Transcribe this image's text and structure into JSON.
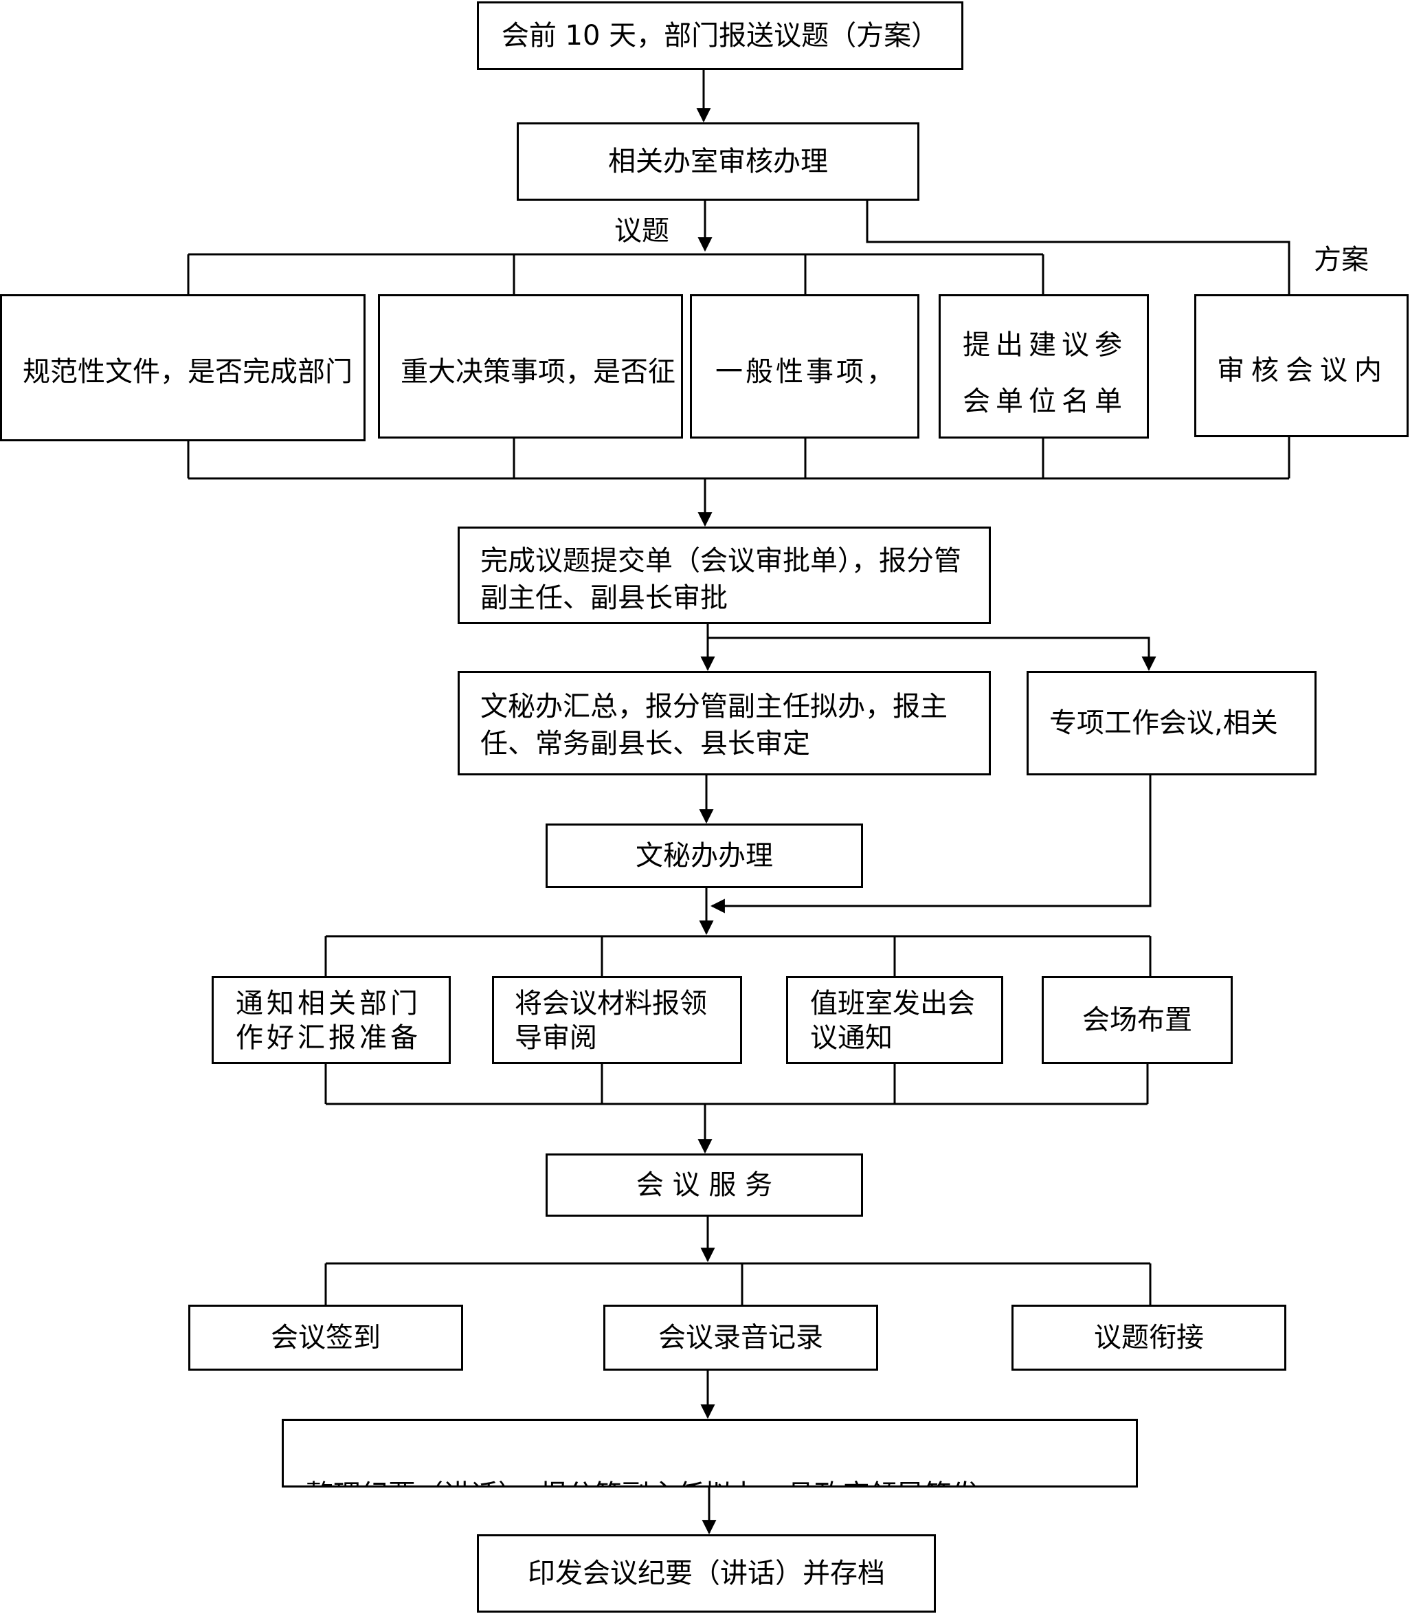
{
  "nodes": {
    "n1": "会前 10 天，部门报送议题（方案）",
    "n2": "相关办室审核办理",
    "b1": "规范性文件，是否完成部门会签，公开意见审查，合法",
    "b2": "重大决策事项，是否征询意见，协调，听",
    "b3": "一般性事项，相关部门是否",
    "b4": "提出建议参会单位名单",
    "b5": "审核会议内容，规模，议",
    "n3": "完成议题提交单（会议审批单），报分管副主任、副县长审批",
    "n4": "文秘办汇总，报分管副主任拟办，报主任、常务副县长、县长审定",
    "n5": "专项工作会议,相关",
    "n6": "文秘办办理",
    "c1": "通知相关部门作好汇报准备",
    "c2": "将会议材料报领导审阅",
    "c3": "值班室发出会议通知",
    "c4": "会场布置",
    "n7": "会 议 服 务",
    "d1": "会议签到",
    "d2": "会议录音记录",
    "d3": "议题衔接",
    "n8": "整理纪要（讲话），报分管副主任拟办，县政府领导签发",
    "n9": "印发会议纪要（讲话）并存档"
  },
  "labels": {
    "topic": "议题",
    "plan": "方案"
  }
}
